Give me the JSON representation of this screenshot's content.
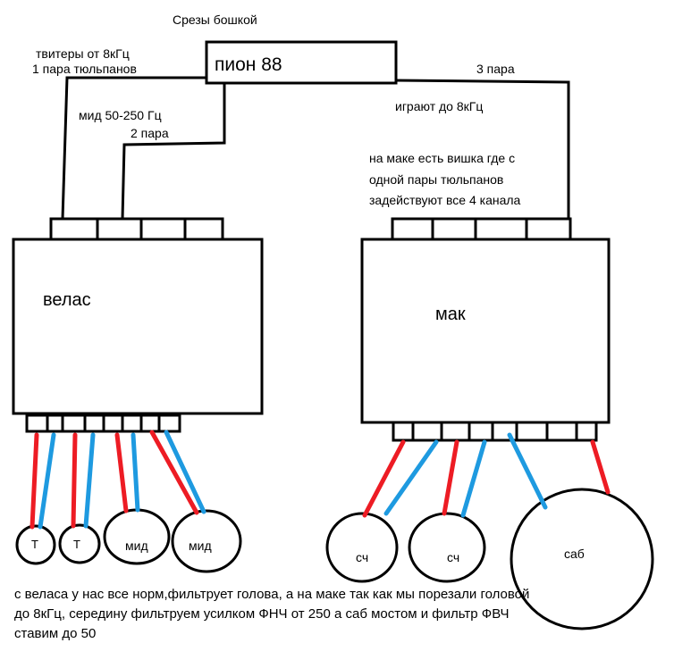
{
  "diagram": {
    "top_label": "Срезы бошкой",
    "head_unit": "пион 88",
    "tweeters_label_1": "твитеры от 8кГц",
    "tweeters_label_2": "1 пара тюльпанов",
    "mid_label_1": "мид 50-250 Гц",
    "mid_label_2": "2 пара",
    "pair3_label": "3 пара",
    "play_to_label": "играют до 8кГц",
    "mac_note_1": "на маке есть вишка где с",
    "mac_note_2": "одной пары тюльпанов",
    "mac_note_3": "задействуют все 4 канала",
    "amp_left": "велас",
    "amp_right": "мак",
    "spk_t1": "Т",
    "spk_t2": "Т",
    "spk_mid1": "мид",
    "spk_mid2": "мид",
    "spk_sch1": "сч",
    "spk_sch2": "сч",
    "spk_sub": "саб",
    "footer": "с веласа у нас все норм,фильтрует голова, а на маке так как мы порезали головой до 8кГц,  середину фильтруем усилком ФНЧ от 250  а саб мостом и фильтр ФВЧ ставим до 50"
  },
  "colors": {
    "line": "#000000",
    "wire_positive": "#ed1c24",
    "wire_negative": "#1e9ae0",
    "background": "#ffffff"
  }
}
